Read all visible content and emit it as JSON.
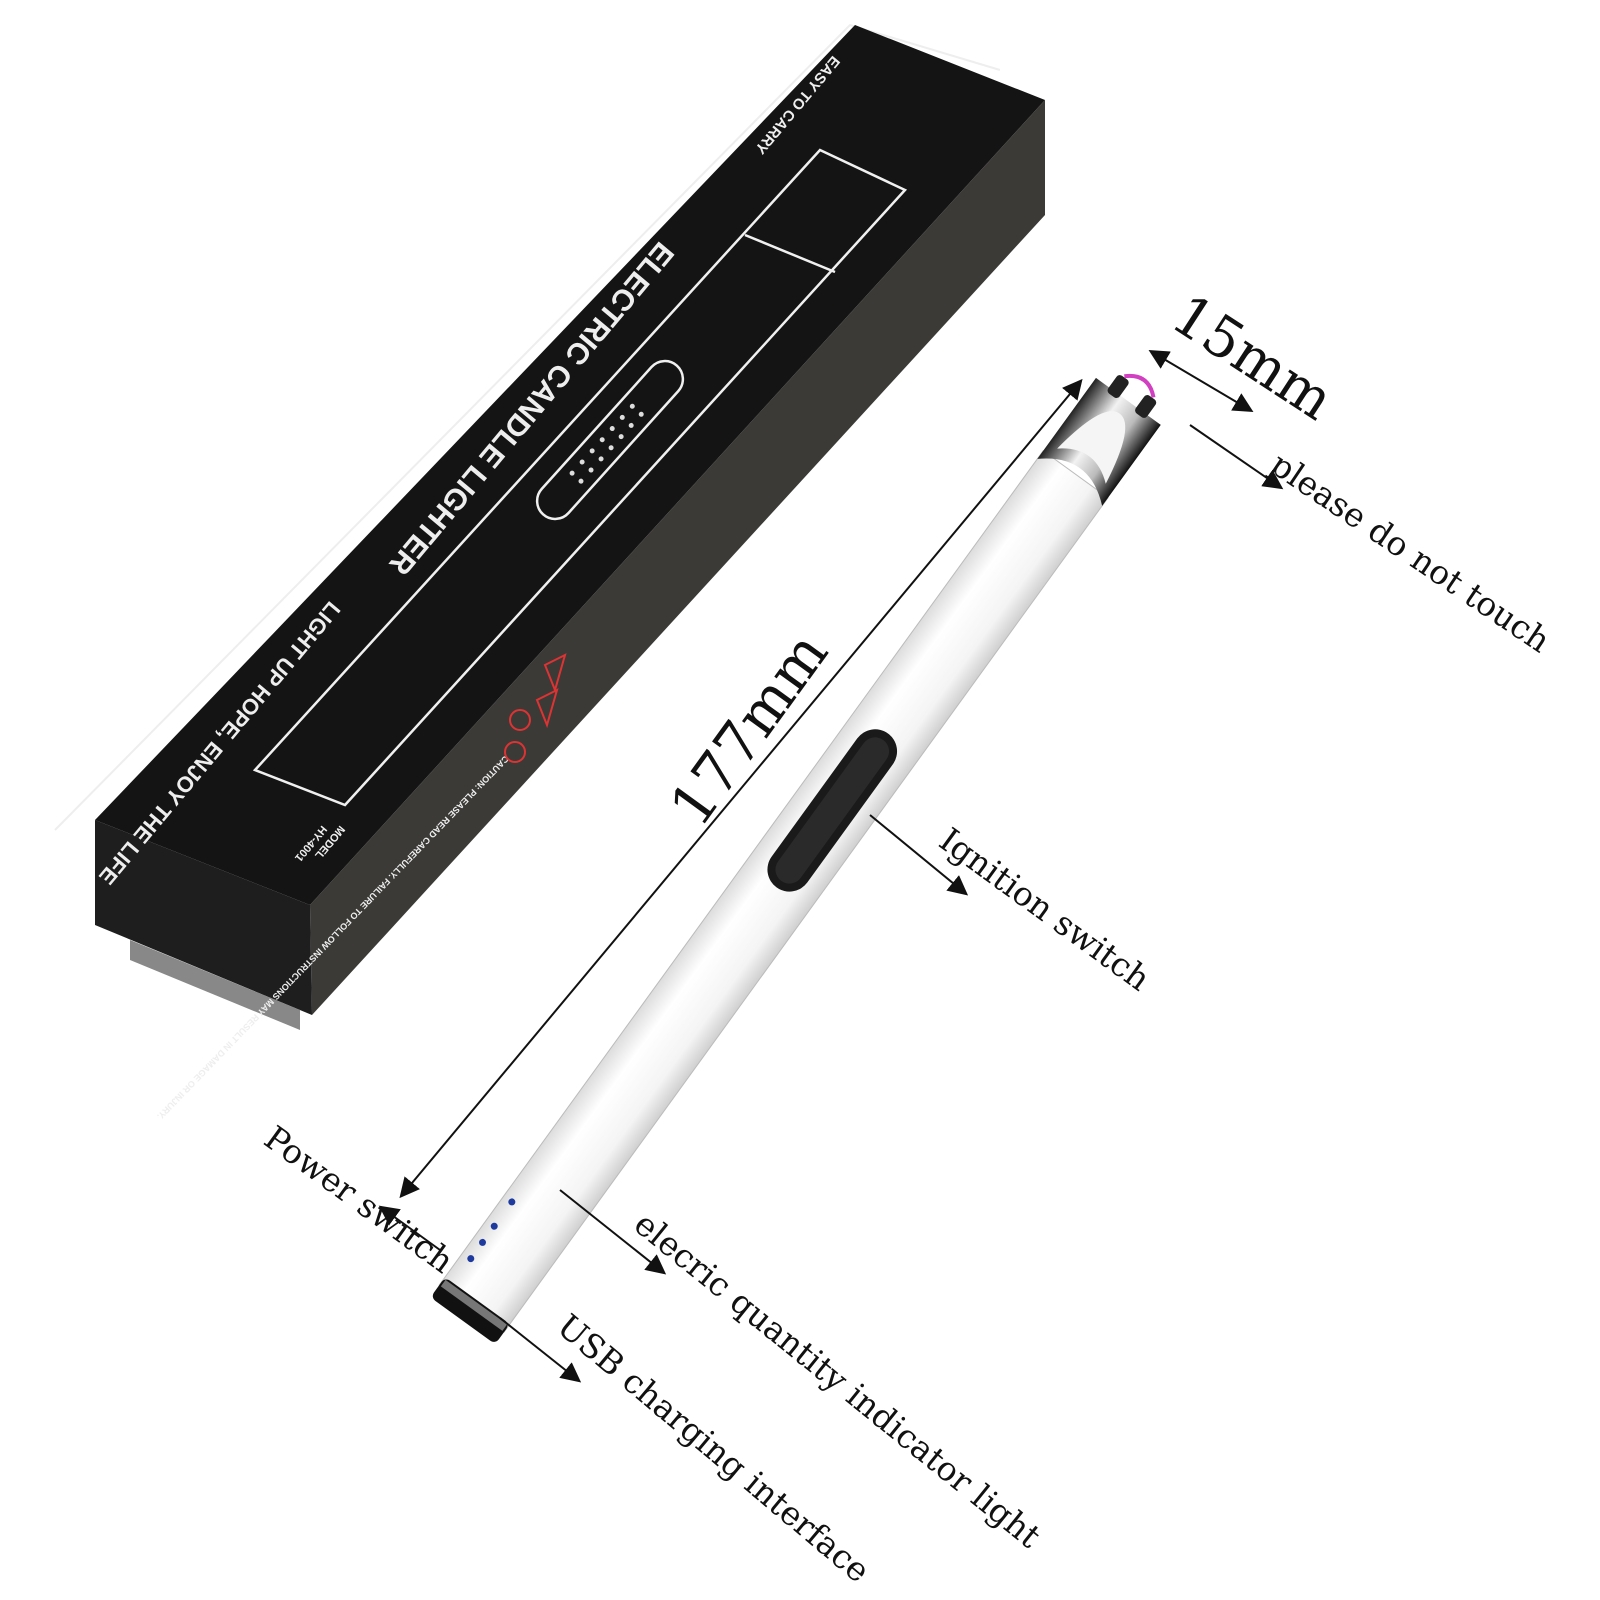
{
  "box": {
    "title": "ELECTRIC CANDLE LIGHTER",
    "slogan": "LIGHT UP HOPE, ENJOY THE LIFE",
    "tagline": "EASY TO CARRY",
    "model_label": "MODEL",
    "model_number": "HY-4001",
    "caution": "CAUTION: PLEASE READ CAREFULLY. FAILURE TO FOLLOW INSTRUCTIONS MAY RESULT IN DAMAGE OR INJURY."
  },
  "dimensions": {
    "length": "177mm",
    "diameter": "15mm"
  },
  "callouts": {
    "tip": "please do not touch",
    "ignition": "Ignition switch",
    "power": "Power switch",
    "indicator": "elecric quantity indicator light",
    "usb": "USB charging interface"
  },
  "colors": {
    "box": "#151515",
    "box_side": "#3a3a38",
    "lighter_body": "#ffffff",
    "switch": "#1a1a1a",
    "indicator": "#1f3a9e",
    "arc": "#d040c0"
  },
  "indicator_count": 4
}
